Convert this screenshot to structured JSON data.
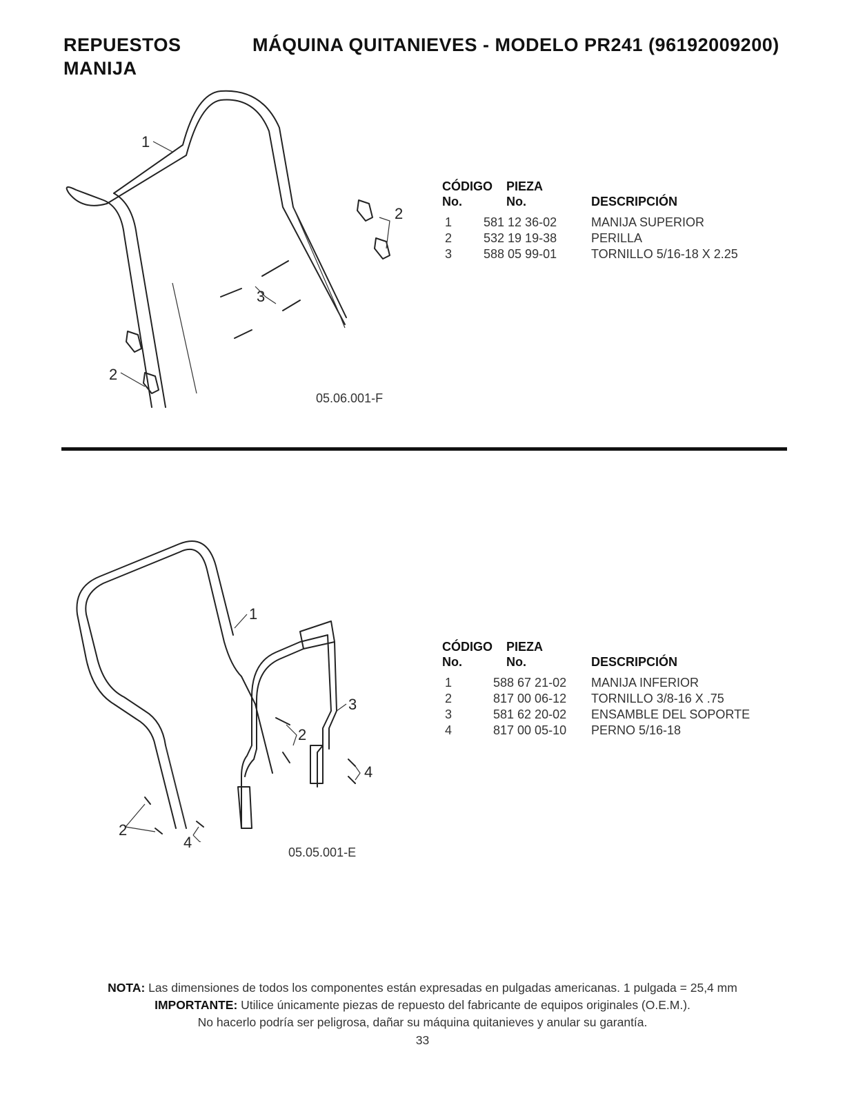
{
  "header": {
    "left_title": "REPUESTOS",
    "center_title": "MÁQUINA QUITANIEVES - MODELO PR241 (96192009200)",
    "subtitle": "MANIJA"
  },
  "figure1": {
    "id": "05.06.001-F",
    "callouts": [
      "1",
      "2",
      "3",
      "2"
    ]
  },
  "table1": {
    "col1_h1": "CÓDIGO",
    "col1_h2": "No.",
    "col2_h1": "PIEZA",
    "col2_h2": "No.",
    "col3_h": "DESCRIPCIÓN",
    "rows": [
      {
        "code": "1",
        "part": "581 12 36-02",
        "desc": "MANIJA SUPERIOR"
      },
      {
        "code": "2",
        "part": "532 19 19-38",
        "desc": "PERILLA"
      },
      {
        "code": "3",
        "part": "588 05 99-01",
        "desc": "TORNILLO 5/16-18 X 2.25"
      }
    ]
  },
  "figure2": {
    "id": "05.05.001-E",
    "callouts": [
      "1",
      "3",
      "2",
      "4",
      "2",
      "4"
    ]
  },
  "table2": {
    "col1_h1": "CÓDIGO",
    "col1_h2": "No.",
    "col2_h1": "PIEZA",
    "col2_h2": "No.",
    "col3_h": "DESCRIPCIÓN",
    "rows": [
      {
        "code": "1",
        "part": "588 67 21-02",
        "desc": "MANIJA INFERIOR"
      },
      {
        "code": "2",
        "part": "817 00 06-12",
        "desc": "TORNILLO 3/8-16 X .75"
      },
      {
        "code": "3",
        "part": "581 62 20-02",
        "desc": "ENSAMBLE DEL SOPORTE"
      },
      {
        "code": "4",
        "part": "817 00 05-10",
        "desc": "PERNO 5/16-18"
      }
    ]
  },
  "footer": {
    "nota_label": "NOTA:",
    "nota_text": " Las dimensiones de todos los componentes están expresadas en pulgadas americanas.  1 pulgada = 25,4 mm",
    "importante_label": "IMPORTANTE:",
    "importante_text": " Utilice únicamente piezas de repuesto del fabricante de equipos originales (O.E.M.).",
    "warning": "No hacerlo podría ser peligrosa, dañar su máquina quitanieves y anular su garantía.",
    "page_number": "33"
  }
}
